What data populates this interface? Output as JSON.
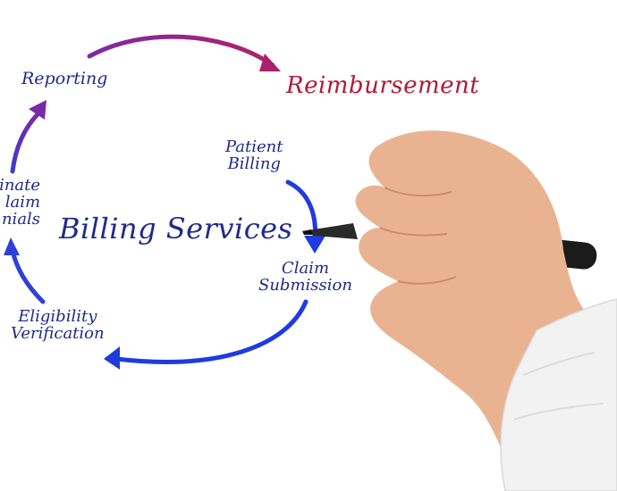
{
  "center": {
    "title": "Billing Services"
  },
  "steps": {
    "reporting": "Reporting",
    "reimbursement": "Reimbursement",
    "patient_billing_1": "Patient",
    "patient_billing_2": "Billing",
    "claim_submission_1": "Claim",
    "claim_submission_2": "Submission",
    "eligibility_1": "Eligibility",
    "eligibility_2": "Verification",
    "eliminate_1": "minate",
    "eliminate_2": "laim",
    "eliminate_3": "nials"
  },
  "colors": {
    "text_blue": "#1f2b8a",
    "reimbursement_red": "#b5173a",
    "arrow_blue": "#1f3be0",
    "arrow_purple": "#6a2aa8",
    "arrow_magenta": "#9b1f76"
  }
}
